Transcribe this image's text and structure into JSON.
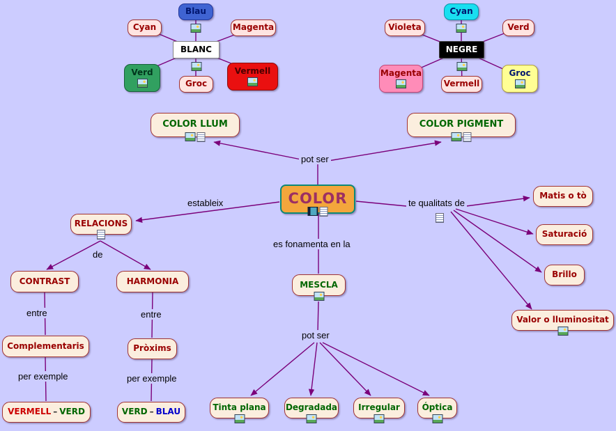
{
  "colors": {
    "background": "#ccccff",
    "connector": "#7a007a",
    "node_bg": "#fbeede",
    "node_border": "#a03333",
    "color_node_bg": "#f3a63c",
    "color_node_border": "#0c8878",
    "green_text": "#006600",
    "maroon_text": "#990000"
  },
  "clusters": {
    "blanc": {
      "center": "BLANC",
      "blau": "Blau",
      "cyan": "Cyan",
      "magenta": "Magenta",
      "verd": "Verd",
      "groc": "Groc",
      "vermell": "Vermell"
    },
    "negre": {
      "center": "NEGRE",
      "cyan": "Cyan",
      "violeta": "Violeta",
      "verd": "Verd",
      "magenta": "Magenta",
      "vermell": "Vermell",
      "groc": "Groc"
    }
  },
  "nodes": {
    "color": "COLOR",
    "color_llum": "COLOR LLUM",
    "color_pigment": "COLOR PIGMENT",
    "relacions": "RELACIONS",
    "matis": "Matis o tò",
    "saturacio": "Saturació",
    "brillo": "Brillo",
    "valor": "Valor o lluminositat",
    "mescla": "MESCLA",
    "contrast": "CONTRAST",
    "harmonia": "HARMONIA",
    "complementaris": "Complementaris",
    "proxims": "Pròxims",
    "vermell_verd": {
      "a": "VERMELL",
      "dash": "–",
      "b": "VERD"
    },
    "verd_blau": {
      "a": "VERD",
      "dash": "–",
      "b": "BLAU"
    },
    "tinta_plana": "Tinta plana",
    "degradada": "Degradada",
    "irregular": "Irregular",
    "optica": "Óptica"
  },
  "links": {
    "pot_ser_top": "pot ser",
    "estableix": "estableix",
    "te_qualitats_de": "te qualitats de",
    "es_fonamenta_en_la": "es fonamenta en la",
    "de": "de",
    "entre_contrast": "entre",
    "entre_harmonia": "entre",
    "per_exemple_contrast": "per exemple",
    "per_exemple_harmonia": "per exemple",
    "pot_ser_mescla": "pot ser"
  },
  "icons": {
    "image": "image-icon",
    "document": "document-icon",
    "media": "media-icon"
  }
}
